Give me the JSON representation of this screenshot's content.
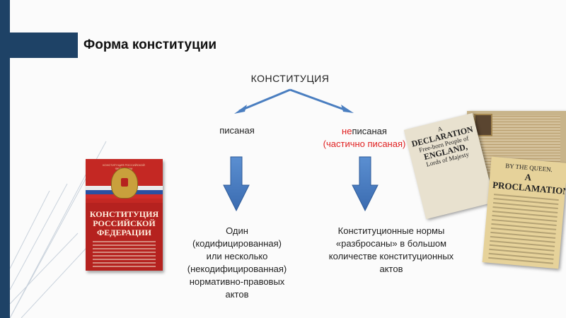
{
  "slide": {
    "title": "Форма конституции",
    "constitution_label": "КОНСТИТУЦИЯ",
    "written_label": "писаная",
    "unwritten_prefix": "не",
    "unwritten_rest": "писаная",
    "partly_written": "(частично писаная)",
    "written_desc": [
      "Один",
      "(кодифицированная)",
      "или несколько",
      "(некодифицированная)",
      "нормативно-правовых",
      "актов"
    ],
    "unwritten_desc": [
      "Конституционные нормы",
      "«разбросаны» в большом",
      "количестве конституционных",
      "актов"
    ]
  },
  "book": {
    "header": "КОНСТИТУЦИЯ РОССИЙСКОЙ ФЕДЕРАЦИИ",
    "title": [
      "КОНСТИТУЦИЯ",
      "РОССИЙСКОЙ",
      "ФЕДЕРАЦИИ"
    ]
  },
  "documents": {
    "declaration": [
      "A",
      "DECLARATION",
      "Free-born People of",
      "ENGLAND,",
      "Lords of Majesty"
    ],
    "proclamation_by": "BY THE QUEEN.",
    "proclamation_title": "A PROCLAMATION"
  },
  "colors": {
    "accent_dark_blue": "#1e4266",
    "arrow_blue": "#4a7ec0",
    "red_text": "#e02020"
  }
}
